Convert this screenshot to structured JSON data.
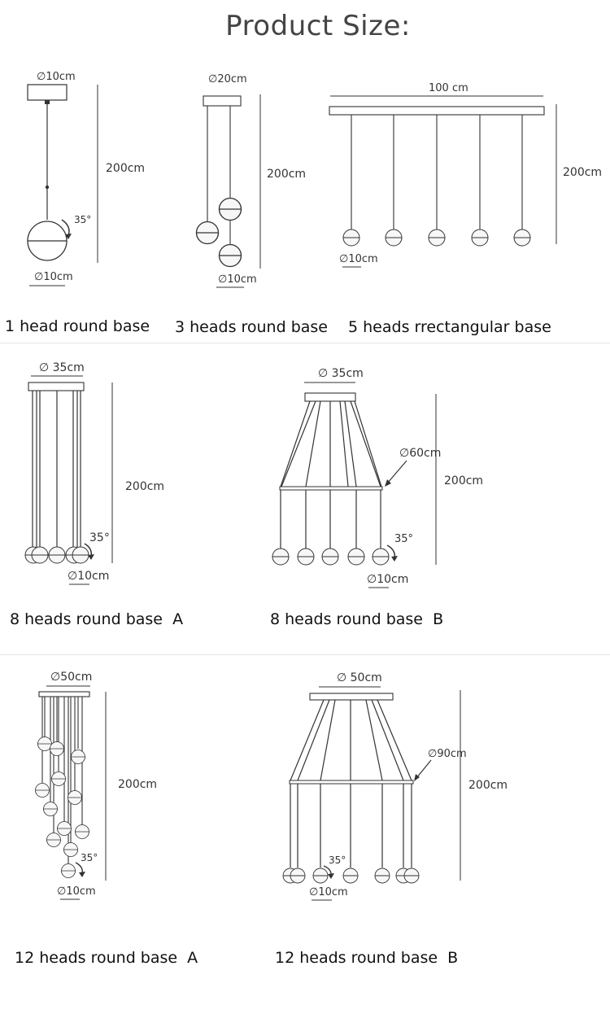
{
  "title": "Product Size:",
  "products": [
    {
      "caption": "1 head round base",
      "base": "∅10cm",
      "height": "200cm",
      "bulb": "∅10cm",
      "angle": "35°"
    },
    {
      "caption": "3 heads round base",
      "base": "∅20cm",
      "height": "200cm",
      "bulb": "∅10cm"
    },
    {
      "caption": "5 heads rrectangular base",
      "base": "100 cm",
      "height": "200cm",
      "bulb": "∅10cm"
    },
    {
      "caption": "8 heads round base  A",
      "base": "∅ 35cm",
      "height": "200cm",
      "bulb": "∅10cm",
      "angle": "35°"
    },
    {
      "caption": "8 heads round base  B",
      "base": "∅ 35cm",
      "ring": "∅60cm",
      "height": "200cm",
      "bulb": "∅10cm",
      "angle": "35°"
    },
    {
      "caption": "12 heads round base  A",
      "base": "∅50cm",
      "height": "200cm",
      "bulb": "∅10cm",
      "angle": "35°"
    },
    {
      "caption": "12 heads round base  B",
      "base": "∅ 50cm",
      "ring": "∅90cm",
      "height": "200cm",
      "bulb": "∅10cm",
      "angle": "35°"
    }
  ]
}
